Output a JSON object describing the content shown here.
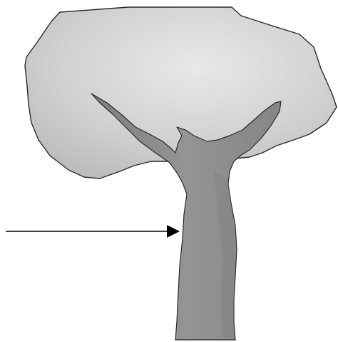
{
  "diagram": {
    "subject": "tree",
    "parts": [
      {
        "name": "crown",
        "fill": "#cfcfcf"
      },
      {
        "name": "trunk",
        "fill": "#8f8f8f"
      },
      {
        "name": "pointer-arrow",
        "fill": "#000000"
      }
    ],
    "colors": {
      "background": "#ffffff",
      "crown": "#cfcfcf",
      "crown_highlight": "#e6e6e6",
      "trunk": "#8f8f8f",
      "trunk_shadow": "#7e7e7e",
      "outline": "#2a2a2a",
      "arrow": "#000000"
    }
  }
}
